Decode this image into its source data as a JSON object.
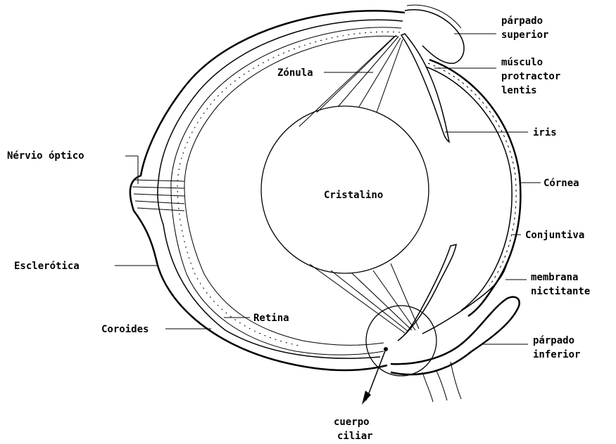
{
  "diagram": {
    "lens_label": "Cristalino",
    "labels": {
      "zonula": "Zónula",
      "parpado_superior_1": "párpado",
      "parpado_superior_2": "superior",
      "musculo_1": "músculo",
      "musculo_2": "protractor",
      "musculo_3": "lentis",
      "iris": "iris",
      "nervio_optico": "Nérvio óptico",
      "cornea": "Córnea",
      "conjuntiva": "Conjuntiva",
      "esclerotica": "Esclerótica",
      "membrana_1": "membrana",
      "membrana_2": "nictitante",
      "retina": "Retina",
      "coroides": "Coroides",
      "parpado_inferior_1": "párpado",
      "parpado_inferior_2": "inferior",
      "cuerpo_ciliar_1": "cuerpo",
      "cuerpo_ciliar_2": "ciliar"
    }
  }
}
